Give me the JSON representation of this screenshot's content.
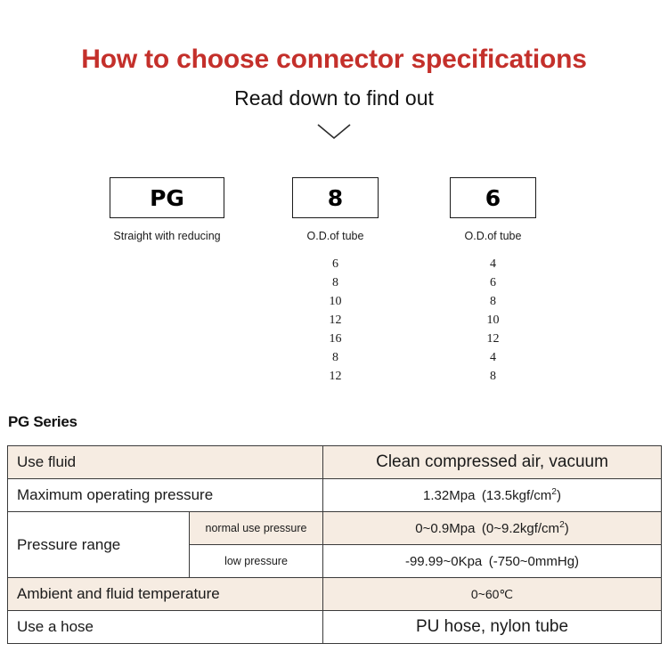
{
  "header": {
    "title": "How to choose connector specifications",
    "subtitle": "Read down to find out",
    "chevron_icon": "chevron-down-icon",
    "title_color": "#c4302b"
  },
  "selector": {
    "boxes": [
      {
        "code": "PG",
        "caption": "Straight with reducing"
      },
      {
        "code": "8",
        "caption": "O.D.of tube"
      },
      {
        "code": "6",
        "caption": "O.D.of  tube"
      }
    ],
    "option_columns": [
      {
        "for_box": "8",
        "values": [
          "6",
          "8",
          "10",
          "12",
          "16",
          "8",
          "12"
        ]
      },
      {
        "for_box": "6",
        "values": [
          "4",
          "6",
          "8",
          "10",
          "12",
          "4",
          "8"
        ]
      }
    ]
  },
  "spec": {
    "heading": "PG Series",
    "accent_row_color": "#f6ece2",
    "rows": [
      {
        "label": "Use fluid",
        "value": "Clean compressed air, vacuum"
      },
      {
        "label": "Maximum operating pressure",
        "value_main": "1.32Mpa (13.5kgf/cm",
        "value_sup": "2",
        "value_tail": ")"
      },
      {
        "label": "Pressure range",
        "sub_rows": [
          {
            "sub_label": "normal use pressure",
            "value_main": "0~0.9Mpa (0~9.2kgf/cm",
            "value_sup": "2",
            "value_tail": ")"
          },
          {
            "sub_label": "low pressure",
            "value_main": "-99.99~0Kpa (-750~0mmHg)",
            "value_sup": "",
            "value_tail": ""
          }
        ]
      },
      {
        "label": "Ambient and fluid temperature",
        "value": "0~60℃"
      },
      {
        "label": "Use a hose",
        "value": "PU hose, nylon tube"
      }
    ]
  }
}
